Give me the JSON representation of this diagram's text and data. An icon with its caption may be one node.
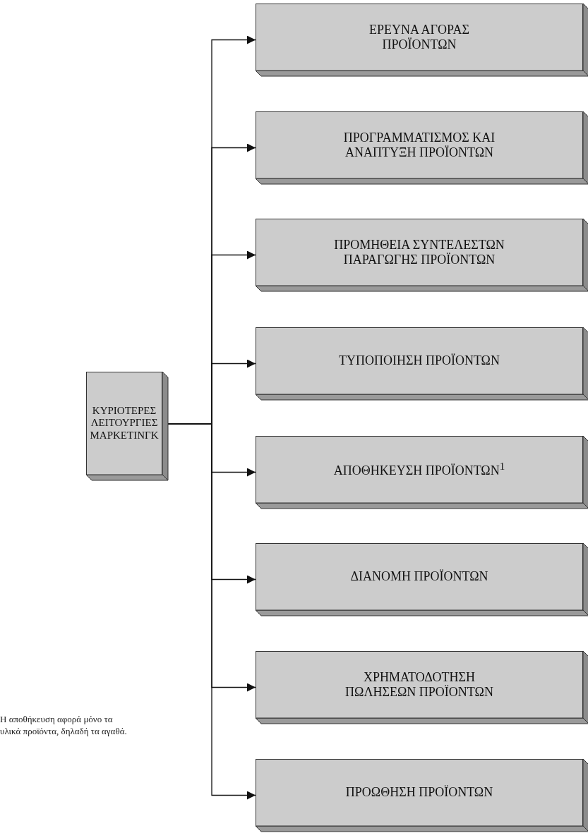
{
  "diagram": {
    "nodes": [
      {
        "text": [
          "ΚΥΡΙΟΤΕΡΕΣ ΛΕΙΤΟΥΡΓΙΕΣ ΜΑΡΚΕΤΙΝΓΚ"
        ]
      },
      {
        "text": [
          "ΕΡΕΥΝΑ ΑΓΟΡΑΣ ΠΡΟΪΟΝΤΩΝ"
        ]
      },
      {
        "text": [
          "ΠΡΟΓΡΑΜΜΑΤΙΣΜΟΣ ΚΑΙ ΑΝΑΠΤΥΞΗ ΠΡΟΪΟΝΤΩΝ"
        ]
      },
      {
        "text": [
          "ΠΡΟΜΗΘΕΙΑ ΣΥΝΤΕΛΕΣΤΩΝ ΠΑΡΑΓΩΓΗΣ ΠΡΟΪΟΝΤΩΝ"
        ]
      },
      {
        "text": [
          "ΤΥΠΟΠΟΙΗΣΗ ΠΡΟΪΟΝΤΩΝ"
        ]
      },
      {
        "text": [
          "ΑΠΟΘΗΚΕΥΣΗ ΠΡΟΪΟΝΤΩΝ$^{1}$"
        ]
      },
      {
        "text": [
          "ΔΙΑΝΟΜΗ ΠΡΟΪΟΝΤΩΝ"
        ]
      },
      {
        "text": [
          "ΧΡΗΜΑΤΟΔΟΤΗΣΗ ΠΩΛΗΣΕΩΝ ΠΡΟΪΟΝΤΩΝ"
        ]
      },
      {
        "text": [
          "ΠΡΟΩΘΗΣΗ ΠΡΟΪΟΝΤΩΝ"
        ]
      }
    ],
    "edges": [
      {
        "from": 0,
        "to": 1,
        "arrow": "to"
      },
      {
        "from": 0,
        "to": 2,
        "arrow": "to"
      },
      {
        "from": 0,
        "to": 3,
        "arrow": "to"
      },
      {
        "from": 0,
        "to": 4,
        "arrow": "to"
      },
      {
        "from": 0,
        "to": 5,
        "arrow": "to"
      },
      {
        "from": 0,
        "to": 6,
        "arrow": "to"
      },
      {
        "from": 0,
        "to": 7,
        "arrow": "to"
      },
      {
        "from": 0,
        "to": 8,
        "arrow": "to"
      }
    ],
    "labels": [
      "Η αποθήκευση αφορά μόνο τα υλικά προϊόντα, δηλαδή τα αγαθά."
    ]
  }
}
